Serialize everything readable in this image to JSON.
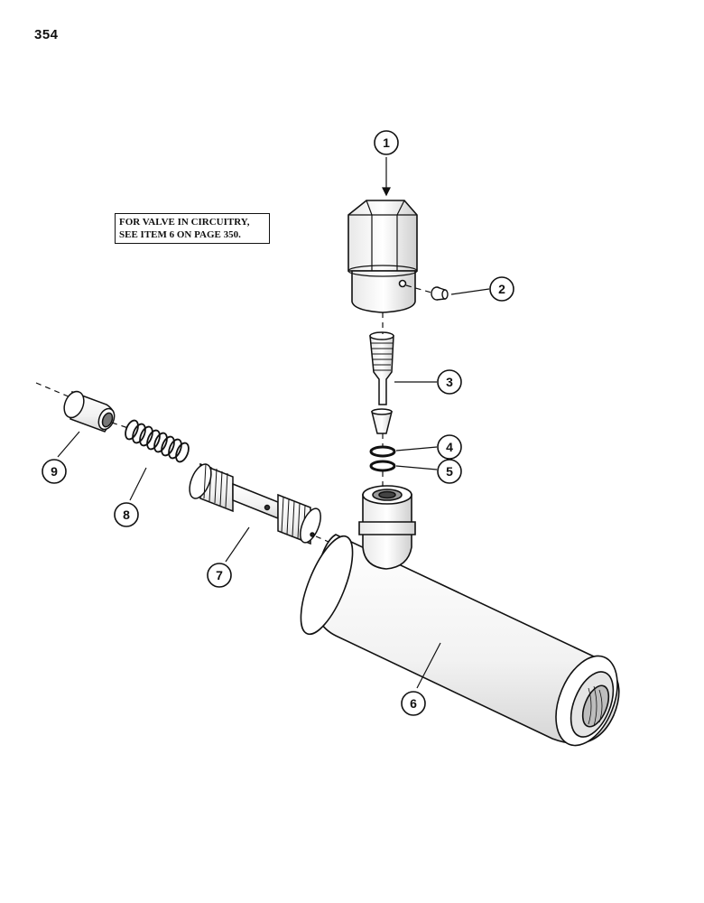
{
  "page": {
    "number": "354",
    "note_line1": "FOR VALVE IN CIRCUITRY,",
    "note_line2": "SEE ITEM 6 ON PAGE 350."
  },
  "callouts": [
    {
      "label": "1"
    },
    {
      "label": "2"
    },
    {
      "label": "3"
    },
    {
      "label": "4"
    },
    {
      "label": "5"
    },
    {
      "label": "6"
    },
    {
      "label": "7"
    },
    {
      "label": "8"
    },
    {
      "label": "9"
    }
  ]
}
